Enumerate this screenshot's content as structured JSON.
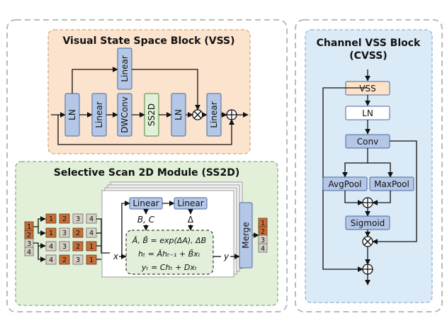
{
  "vss": {
    "title": "Visual State Space Block (VSS)",
    "ln1": "LN",
    "linear_top": "Linear",
    "linear_mid": "Linear",
    "dwconv": "DWConv",
    "ss2d": "SS2D",
    "ln2": "LN",
    "linear_out": "Linear"
  },
  "ss2d_module": {
    "title": "Selective Scan 2D Module (SS2D)",
    "linear_bc": "Linear",
    "linear_delta": "Linear",
    "bc_label": "B, C",
    "delta_label": "Δ",
    "eq1": "Ā, B̄ = exp(ΔA), ΔB",
    "eq2": "hₜ = Āhₜ₋₁ + B̄xₜ",
    "eq3": "yₜ = Chₜ + Dxₜ",
    "x_label": "x",
    "y_label": "y",
    "merge": "Merge",
    "input_cells": [
      "1",
      "2",
      "3",
      "4"
    ],
    "scan_rows": [
      [
        "1",
        "2",
        "3",
        "4"
      ],
      [
        "1",
        "3",
        "2",
        "4"
      ],
      [
        "4",
        "3",
        "2",
        "1"
      ],
      [
        "4",
        "2",
        "3",
        "1"
      ]
    ],
    "output_cells": [
      "1",
      "2",
      "3",
      "4"
    ]
  },
  "cvss": {
    "title_line1": "Channel VSS Block",
    "title_line2": "(CVSS)",
    "vss": "VSS",
    "ln": "LN",
    "conv": "Conv",
    "avgpool": "AvgPool",
    "maxpool": "MaxPool",
    "sigmoid": "Sigmoid"
  },
  "colors": {
    "vss_bg": "#fbe3cd",
    "ss2d_bg": "#e2efd9",
    "cvss_bg": "#dbeaf7",
    "blue_box": "#b4c7e7",
    "green_box": "#e2f0d9",
    "orange_cell": "#c5703a"
  }
}
